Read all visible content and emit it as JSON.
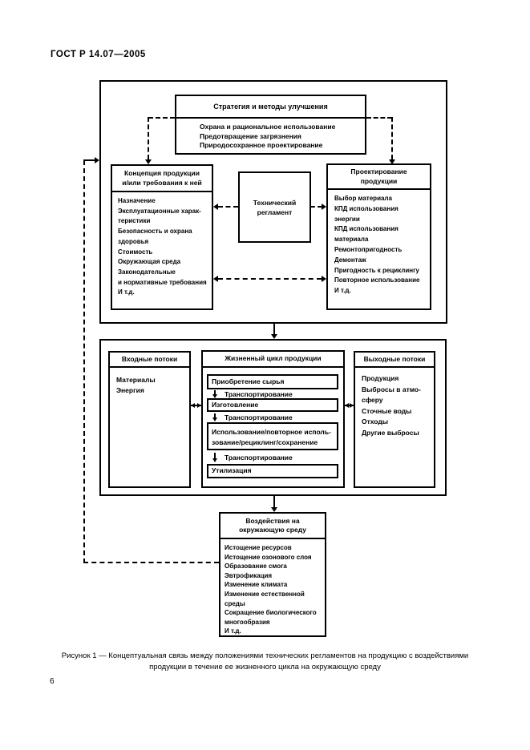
{
  "page": {
    "header": "ГОСТ Р 14.07—2005",
    "page_number": "6",
    "caption": [
      "Рисунок 1 — Концептуальная связь между положениями технических регламентов на продукцию с воздействиями",
      "продукции в течение ее жизненного цикла на окружающую среду"
    ]
  },
  "colors": {
    "ink": "#000000",
    "paper": "#ffffff"
  },
  "diagram": {
    "strategy": {
      "title": "Стратегия и методы улучшения",
      "items": [
        "Охрана и рациональное использование",
        "Предотвращение загрязнения",
        "Природосохранное проектирование"
      ]
    },
    "concept": {
      "title": [
        "Концепция продукции",
        "и/или требования к ней"
      ],
      "items": [
        "Назначение",
        "Эксплуатационные харак-",
        "теристики",
        "Безопасность и охрана",
        "здоровья",
        "Стоимость",
        "Окружающая среда",
        "Законодательные",
        "и нормативные требования",
        "И т.д."
      ]
    },
    "tech_regulation": {
      "title": [
        "Технический",
        "регламент"
      ]
    },
    "design": {
      "title": [
        "Проектирование",
        "продукции"
      ],
      "items": [
        "Выбор материала",
        "КПД использования",
        "энергии",
        "КПД использования",
        "материала",
        "Ремонтопригодность",
        "Демонтаж",
        "Пригодность к рециклингу",
        "Повторное использование",
        "И т.д."
      ]
    },
    "input_flows": {
      "title": "Входные потоки",
      "items": [
        "Материалы",
        "Энергия"
      ]
    },
    "lifecycle": {
      "title": "Жизненный цикл продукции",
      "transport_label": "Транспортирование",
      "stages": [
        "Приобретение сырья",
        "Изготовление",
        [
          "Использование/повторное исполь-",
          "зование/рециклинг/сохранение"
        ],
        "Утилизация"
      ]
    },
    "output_flows": {
      "title": "Выходные потоки",
      "items": [
        "Продукция",
        "Выбросы в атмо-",
        "сферу",
        "Сточные воды",
        "Отходы",
        "Другие выбросы"
      ]
    },
    "impacts": {
      "title": [
        "Воздействия на",
        "окружающую среду"
      ],
      "items": [
        "Истощение ресурсов",
        "Истощение озонового слоя",
        "Образование смога",
        "Эвтрофикация",
        "Изменение климата",
        "Изменение естественной",
        "среды",
        "Сокращение биологического",
        "многообразия",
        "И т.д."
      ]
    }
  }
}
